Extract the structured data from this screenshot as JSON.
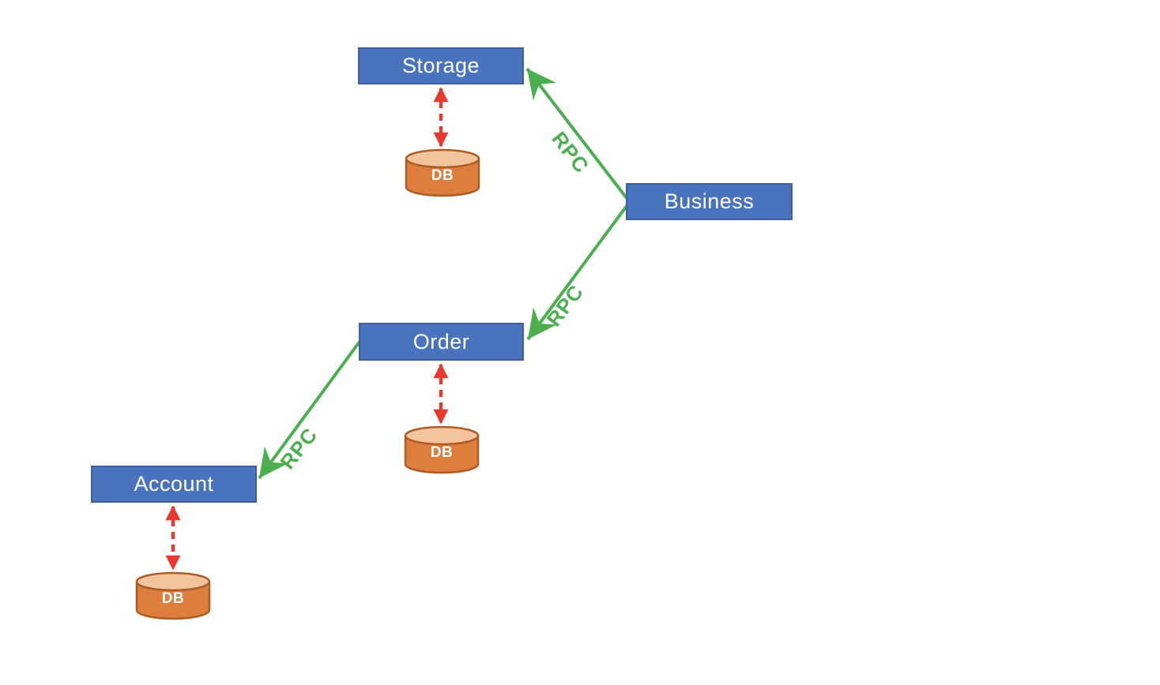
{
  "diagram": {
    "title": "microservice-rpc-architecture",
    "nodes": [
      {
        "id": "storage",
        "label": "Storage"
      },
      {
        "id": "business",
        "label": "Business"
      },
      {
        "id": "order",
        "label": "Order"
      },
      {
        "id": "account",
        "label": "Account"
      }
    ],
    "databases": [
      {
        "id": "storage-db",
        "label": "DB",
        "attached_to": "storage"
      },
      {
        "id": "order-db",
        "label": "DB",
        "attached_to": "order"
      },
      {
        "id": "account-db",
        "label": "DB",
        "attached_to": "account"
      }
    ],
    "edges": [
      {
        "from": "business",
        "to": "storage",
        "label": "RPC",
        "type": "rpc-call"
      },
      {
        "from": "business",
        "to": "order",
        "label": "RPC",
        "type": "rpc-call"
      },
      {
        "from": "order",
        "to": "account",
        "label": "RPC",
        "type": "rpc-call"
      },
      {
        "from": "storage",
        "to": "storage-db",
        "label": "",
        "type": "db-link-bidirectional"
      },
      {
        "from": "order",
        "to": "order-db",
        "label": "",
        "type": "db-link-bidirectional"
      },
      {
        "from": "account",
        "to": "account-db",
        "label": "",
        "type": "db-link-bidirectional"
      }
    ],
    "colors": {
      "node_fill": "#4a73be",
      "node_border": "#3f5e9e",
      "node_text": "#ffffff",
      "db_body_fill": "#dd7e3e",
      "db_top_fill": "#f2c49e",
      "db_border": "#ac5b23",
      "db_text": "#ffffff",
      "rpc_arrow": "#4bae4f",
      "db_link_arrow": "#e6392f",
      "background": "#ffffff"
    }
  }
}
